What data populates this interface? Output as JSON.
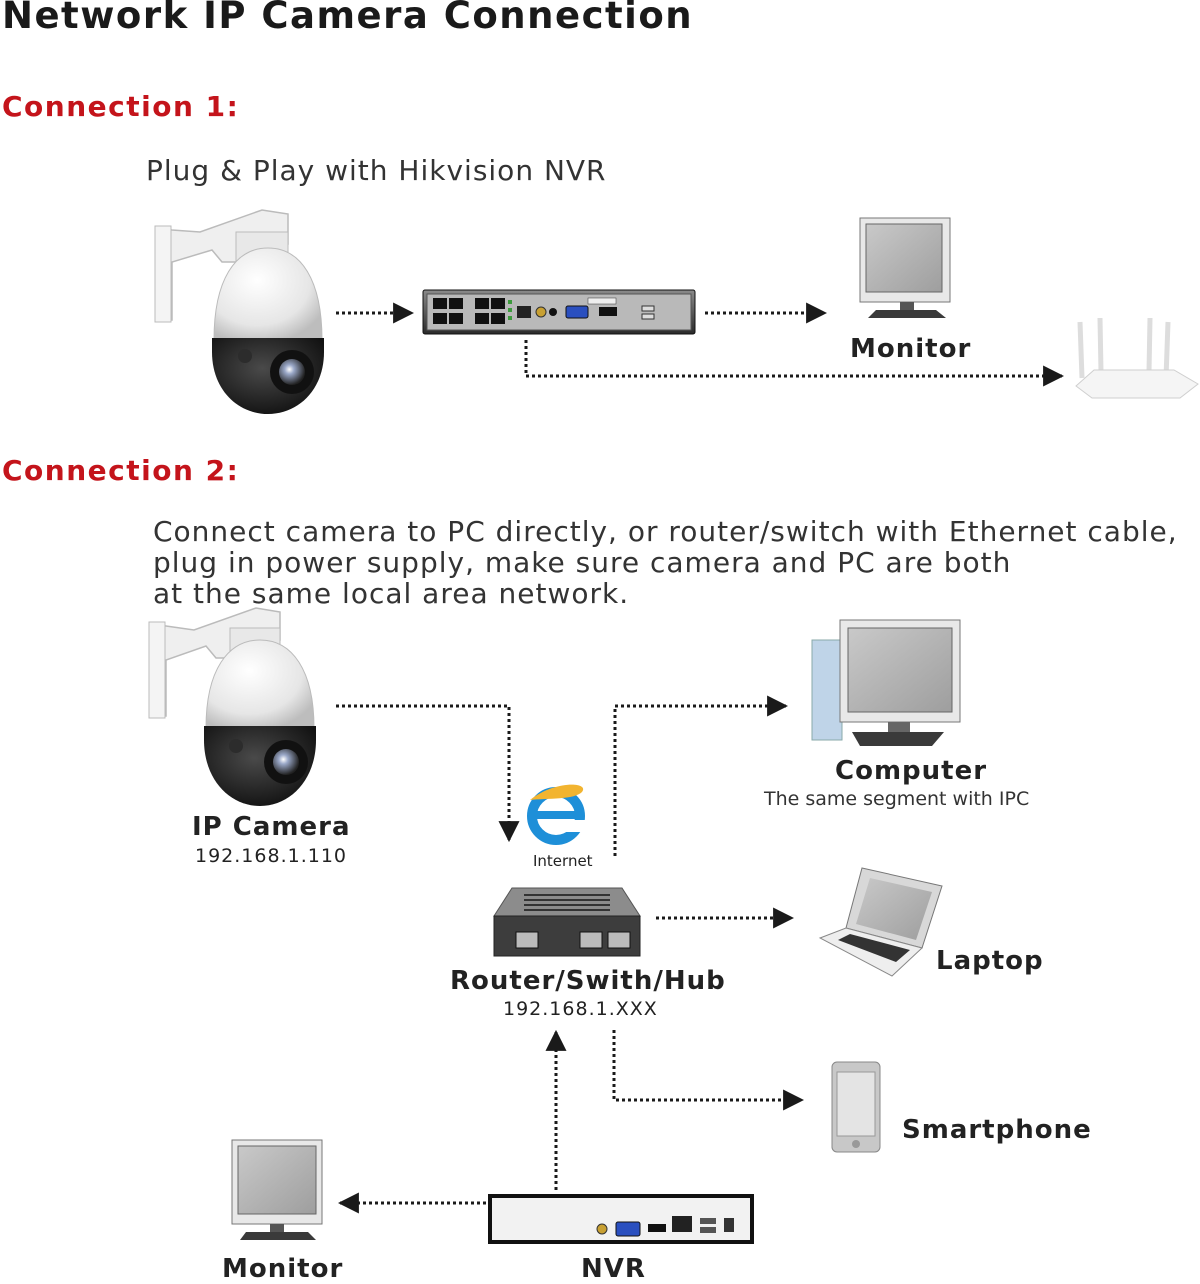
{
  "title": "Network IP Camera Connection",
  "connection1": {
    "heading": "Connection 1:",
    "subtitle": "Plug & Play with Hikvision NVR",
    "monitor_label": "Monitor"
  },
  "connection2": {
    "heading": "Connection 2:",
    "lines": [
      "Connect camera to PC directly, or router/switch with Ethernet cable,",
      "plug in power supply, make sure camera and PC are both",
      "at the same local area network."
    ],
    "camera_label": "IP Camera",
    "camera_ip": "192.168.1.110",
    "internet_label": "Internet",
    "router_label": "Router/Swith/Hub",
    "router_ip": "192.168.1.XXX",
    "computer_label": "Computer",
    "computer_note": "The same segment with IPC",
    "laptop_label": "Laptop",
    "smartphone_label": "Smartphone",
    "monitor_label": "Monitor",
    "nvr_label": "NVR"
  },
  "icons": [
    "ptz-camera-icon",
    "nvr-icon",
    "monitor-icon",
    "wifi-router-icon",
    "internet-explorer-icon",
    "network-switch-icon",
    "desktop-computer-icon",
    "laptop-icon",
    "smartphone-icon"
  ],
  "colors": {
    "heading_red": "#c4141b",
    "ie_blue": "#1e8fd8",
    "text": "#222222"
  }
}
